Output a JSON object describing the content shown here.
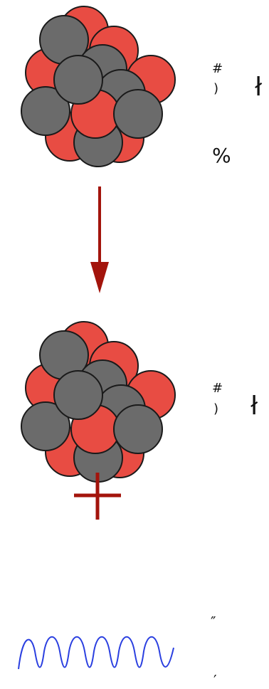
{
  "labels": {
    "top_superscript": "#",
    "top_paren": ")",
    "top_symbol": "ł",
    "top_percent": "%",
    "bottom_superscript": "#",
    "bottom_paren": ")",
    "bottom_symbol": "ł",
    "photon_mark_top": "″",
    "photon_mark_bottom": "′"
  },
  "colors": {
    "proton": "#e84c43",
    "neutron": "#6b6b6b",
    "outline": "#1a1a1a",
    "arrow": "#a3140c",
    "plus": "#a3140c",
    "wave": "#2a3fe0"
  },
  "icons": {
    "nucleus": "nucleus-cluster",
    "arrow": "down-arrow",
    "plus": "plus-sign",
    "photon": "wavy-photon"
  }
}
